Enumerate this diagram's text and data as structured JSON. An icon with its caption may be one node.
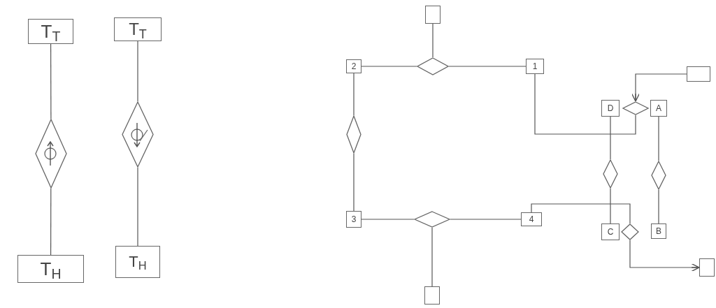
{
  "diagram": {
    "nodes": [
      {
        "text": [
          "T$_{T}$"
        ]
      },
      {
        "text": [],
        "shape": "diamond"
      },
      {
        "text": [
          "T$_{H}$"
        ]
      },
      {
        "text": [
          "T$_{T}$"
        ]
      },
      {
        "text": [],
        "shape": "diamond"
      },
      {
        "text": [
          "T$_{H}$"
        ]
      },
      {
        "text": [],
        "shape": "box"
      },
      {
        "text": [
          "2"
        ]
      },
      {
        "text": [],
        "shape": "diamond"
      },
      {
        "text": [
          "1"
        ]
      },
      {
        "text": [],
        "shape": "diamond"
      },
      {
        "text": [
          "3"
        ]
      },
      {
        "text": [],
        "shape": "diamond"
      },
      {
        "text": [
          "4"
        ]
      },
      {
        "text": [],
        "shape": "box"
      },
      {
        "text": [
          "D"
        ]
      },
      {
        "text": [],
        "shape": "diamond"
      },
      {
        "text": [
          "A"
        ]
      },
      {
        "text": [],
        "shape": "box"
      },
      {
        "text": [],
        "shape": "diamond"
      },
      {
        "text": [],
        "shape": "diamond"
      },
      {
        "text": [
          "C"
        ]
      },
      {
        "text": [],
        "shape": "diamond"
      },
      {
        "text": [
          "B"
        ]
      },
      {
        "text": [],
        "shape": "box"
      }
    ],
    "edges": [
      {
        "from": 0,
        "to": 1,
        "arrow": "none"
      },
      {
        "from": 1,
        "to": 2,
        "arrow": "none"
      },
      {
        "from": 3,
        "to": 4,
        "arrow": "none"
      },
      {
        "from": 4,
        "to": 5,
        "arrow": "none"
      },
      {
        "from": 6,
        "to": 8,
        "arrow": "none"
      },
      {
        "from": 7,
        "to": 8,
        "arrow": "none"
      },
      {
        "from": 8,
        "to": 9,
        "arrow": "none"
      },
      {
        "from": 7,
        "to": 10,
        "arrow": "none"
      },
      {
        "from": 10,
        "to": 11,
        "arrow": "none"
      },
      {
        "from": 11,
        "to": 12,
        "arrow": "none"
      },
      {
        "from": 12,
        "to": 13,
        "arrow": "none"
      },
      {
        "from": 12,
        "to": 14,
        "arrow": "none"
      },
      {
        "from": 9,
        "to": 16,
        "arrow": "none"
      },
      {
        "from": 18,
        "to": 16,
        "arrow": "to"
      },
      {
        "from": 15,
        "to": 19,
        "arrow": "none"
      },
      {
        "from": 19,
        "to": 21,
        "arrow": "none"
      },
      {
        "from": 17,
        "to": 20,
        "arrow": "none"
      },
      {
        "from": 20,
        "to": 23,
        "arrow": "none"
      },
      {
        "from": 13,
        "to": 22,
        "arrow": "none"
      },
      {
        "from": 22,
        "to": 24,
        "arrow": "to"
      }
    ]
  }
}
